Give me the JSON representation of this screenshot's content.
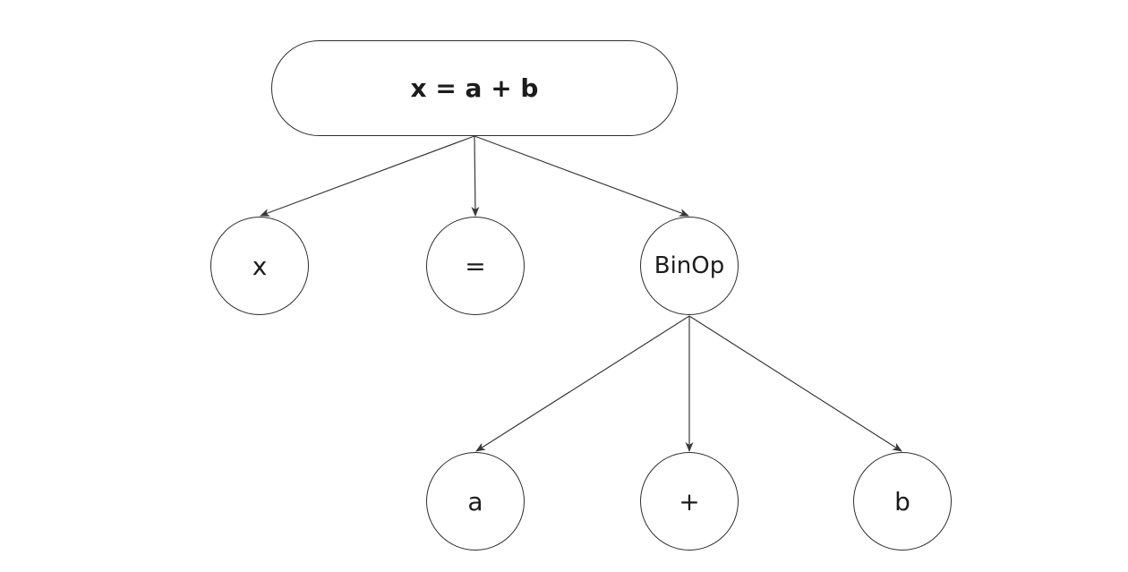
{
  "diagram": {
    "description_colors": {
      "stroke": "#383838",
      "node_border": "#2e2e2e",
      "text": "#1c1c1c",
      "background": "#ffffff"
    },
    "tree": {
      "root": {
        "label": "x = a + b",
        "shape": "rounded-rectangle"
      },
      "children": [
        {
          "label": "x",
          "shape": "circle"
        },
        {
          "label": "=",
          "shape": "circle"
        },
        {
          "label": "BinOp",
          "shape": "circle",
          "children": [
            {
              "label": "a",
              "shape": "circle"
            },
            {
              "label": "+",
              "shape": "circle"
            },
            {
              "label": "b",
              "shape": "circle"
            }
          ]
        }
      ]
    },
    "edges": [
      {
        "from": "x = a + b",
        "to": "x"
      },
      {
        "from": "x = a + b",
        "to": "="
      },
      {
        "from": "x = a + b",
        "to": "BinOp"
      },
      {
        "from": "BinOp",
        "to": "a"
      },
      {
        "from": "BinOp",
        "to": "+"
      },
      {
        "from": "BinOp",
        "to": "b"
      }
    ]
  }
}
